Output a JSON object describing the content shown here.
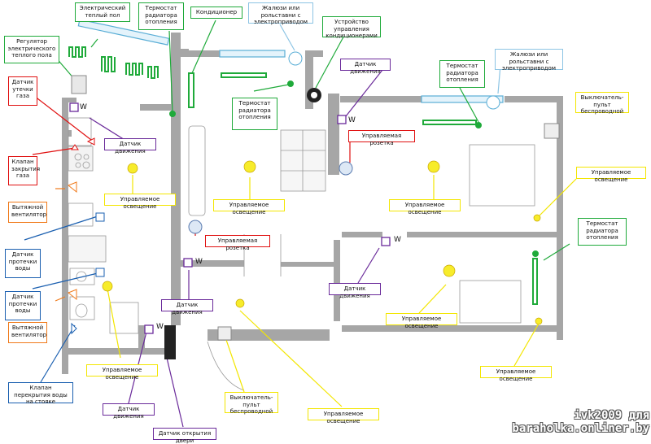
{
  "labels": {
    "floor_heating": "Электрический теплый пол",
    "thermostat_1": "Термостат радиатора отопления",
    "air_conditioner": "Кондиционер",
    "blinds_1": "Жалюзи или рольставни с электроприводом",
    "ac_control": "Устройство управления кондиционерами",
    "floor_regulator": "Регулятор электрического теплого пола",
    "motion_sensor_hall": "Датчик движения",
    "thermostat_2": "Термостат радиатора отопления",
    "thermostat_3": "Термостат радиатора отопления",
    "blinds_2": "Жалюзи или рольставни с электроприводом",
    "wireless_switch_1": "Выключатель-пульт беспроводной",
    "gas_leak": "Датчик утечки газа",
    "motion_sensor_kitchen": "Датчик движения",
    "managed_socket_1": "Управляемая розетка",
    "gas_valve": "Клапан закрытия газа",
    "lighting_kitchen": "Управляемое освещение",
    "lighting_living": "Управляемое освещение",
    "lighting_center": "Управляемое освещение",
    "lighting_bedroom": "Управляемое освещение",
    "exhaust_fan_1": "Вытяжной вентилятор",
    "managed_socket_2": "Управляемая розетка",
    "thermostat_4": "Термостат радиатора отопления",
    "water_leak_1": "Датчик протечки воды",
    "motion_sensor_bedroom": "Датчик движения",
    "motion_sensor_living": "Датчик движения",
    "water_leak_2": "Датчик протечки воды",
    "lighting_bedroom2": "Управляемое освещение",
    "exhaust_fan_2": "Вытяжной вентилятор",
    "lighting_hall": "Управляемое освещение",
    "lighting_room2": "Управляемое освещение",
    "water_valve": "Клапан перекрытия воды на стояке",
    "wireless_switch_2": "Выключатель-пульт беспроводной",
    "motion_sensor_entry": "Датчик движения",
    "lighting_corridor": "Управляемое освещение",
    "door_sensor": "Датчик открытия двери"
  },
  "sensor_letter": "W",
  "watermark": "ivk2009 для baraholka.onliner.by",
  "colors": {
    "green": "#1faa3a",
    "red": "#e01010",
    "purple": "#6a2a9a",
    "yellow": "#f3e600",
    "orange": "#f07a1a",
    "blue": "#1a5fb0",
    "light_blue": "#8cc4e4",
    "wall": "#a6a6a6"
  }
}
